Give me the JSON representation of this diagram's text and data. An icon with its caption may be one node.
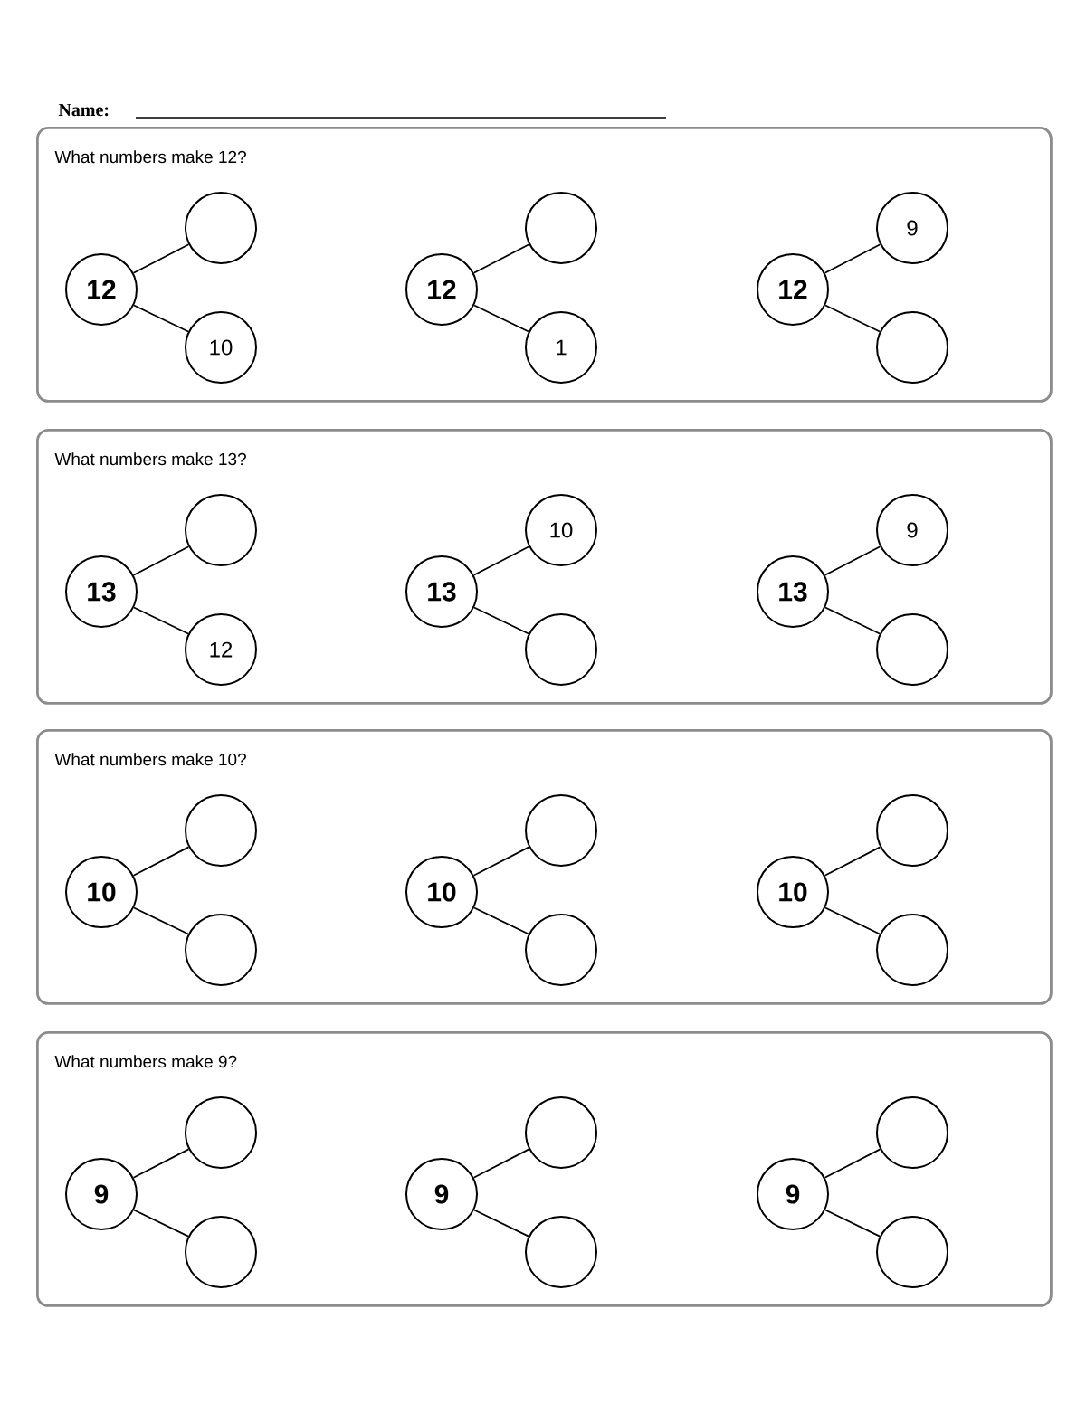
{
  "diagram": {
    "nodes": [
      {
        "text": [
          "What numbers make 12?"
        ]
      },
      {
        "text": [
          "12"
        ],
        "in": 0
      },
      {
        "text": [],
        "shape": "circle",
        "in": 0
      },
      {
        "text": [
          "10"
        ],
        "in": 0
      },
      {
        "text": [
          "12"
        ],
        "in": 0
      },
      {
        "text": [],
        "shape": "circle",
        "in": 0
      },
      {
        "text": [
          "1"
        ],
        "in": 0
      },
      {
        "text": [
          "12"
        ],
        "in": 0
      },
      {
        "text": [
          "9"
        ],
        "in": 0
      },
      {
        "text": [],
        "shape": "circle",
        "in": 0
      },
      {
        "text": [
          "What numbers make 13?"
        ]
      },
      {
        "text": [
          "13"
        ],
        "in": 10
      },
      {
        "text": [],
        "shape": "circle",
        "in": 10
      },
      {
        "text": [
          "12"
        ],
        "in": 10
      },
      {
        "text": [
          "13"
        ],
        "in": 10
      },
      {
        "text": [
          "10"
        ],
        "in": 10
      },
      {
        "text": [],
        "shape": "circle",
        "in": 10
      },
      {
        "text": [
          "13"
        ],
        "in": 10
      },
      {
        "text": [
          "9"
        ],
        "in": 10
      },
      {
        "text": [],
        "shape": "circle",
        "in": 10
      },
      {
        "text": [
          "What numbers make 10?"
        ]
      },
      {
        "text": [
          "10"
        ],
        "in": 20
      },
      {
        "text": [],
        "shape": "circle",
        "in": 20
      },
      {
        "text": [],
        "shape": "circle",
        "in": 20
      },
      {
        "text": [
          "10"
        ],
        "in": 20
      },
      {
        "text": [],
        "shape": "circle",
        "in": 20
      },
      {
        "text": [],
        "shape": "circle",
        "in": 20
      },
      {
        "text": [
          "10"
        ],
        "in": 20
      },
      {
        "text": [],
        "shape": "circle",
        "in": 20
      },
      {
        "text": [],
        "shape": "circle",
        "in": 20
      },
      {
        "text": [
          "What numbers make 9?"
        ]
      },
      {
        "text": [
          "9"
        ],
        "in": 30
      },
      {
        "text": [],
        "shape": "circle",
        "in": 30
      },
      {
        "text": [],
        "shape": "circle",
        "in": 30
      },
      {
        "text": [
          "9"
        ],
        "in": 30
      },
      {
        "text": [],
        "shape": "circle",
        "in": 30
      },
      {
        "text": [],
        "shape": "circle",
        "in": 30
      },
      {
        "text": [
          "9"
        ],
        "in": 30
      },
      {
        "text": [],
        "shape": "circle",
        "in": 30
      },
      {
        "text": [],
        "shape": "circle",
        "in": 30
      }
    ],
    "edges": [
      {
        "from": 1,
        "to": 2,
        "arrow": "none"
      },
      {
        "from": 1,
        "to": 3,
        "arrow": "none"
      },
      {
        "from": 4,
        "to": 5,
        "arrow": "none"
      },
      {
        "from": 4,
        "to": 6,
        "arrow": "none"
      },
      {
        "from": 7,
        "to": 8,
        "arrow": "none"
      },
      {
        "from": 7,
        "to": 9,
        "arrow": "none"
      },
      {
        "from": 11,
        "to": 12,
        "arrow": "none"
      },
      {
        "from": 11,
        "to": 13,
        "arrow": "none"
      },
      {
        "from": 14,
        "to": 15,
        "arrow": "none"
      },
      {
        "from": 14,
        "to": 16,
        "arrow": "none"
      },
      {
        "from": 17,
        "to": 18,
        "arrow": "none"
      },
      {
        "from": 17,
        "to": 19,
        "arrow": "none"
      },
      {
        "from": 21,
        "to": 22,
        "arrow": "none"
      },
      {
        "from": 21,
        "to": 23,
        "arrow": "none"
      },
      {
        "from": 24,
        "to": 25,
        "arrow": "none"
      },
      {
        "from": 24,
        "to": 26,
        "arrow": "none"
      },
      {
        "from": 27,
        "to": 28,
        "arrow": "none"
      },
      {
        "from": 27,
        "to": 29,
        "arrow": "none"
      },
      {
        "from": 31,
        "to": 32,
        "arrow": "none"
      },
      {
        "from": 31,
        "to": 33,
        "arrow": "none"
      },
      {
        "from": 34,
        "to": 35,
        "arrow": "none"
      },
      {
        "from": 34,
        "to": 36,
        "arrow": "none"
      },
      {
        "from": 37,
        "to": 38,
        "arrow": "none"
      },
      {
        "from": 37,
        "to": 39,
        "arrow": "none"
      }
    ],
    "labels": [
      "Name:"
    ]
  }
}
